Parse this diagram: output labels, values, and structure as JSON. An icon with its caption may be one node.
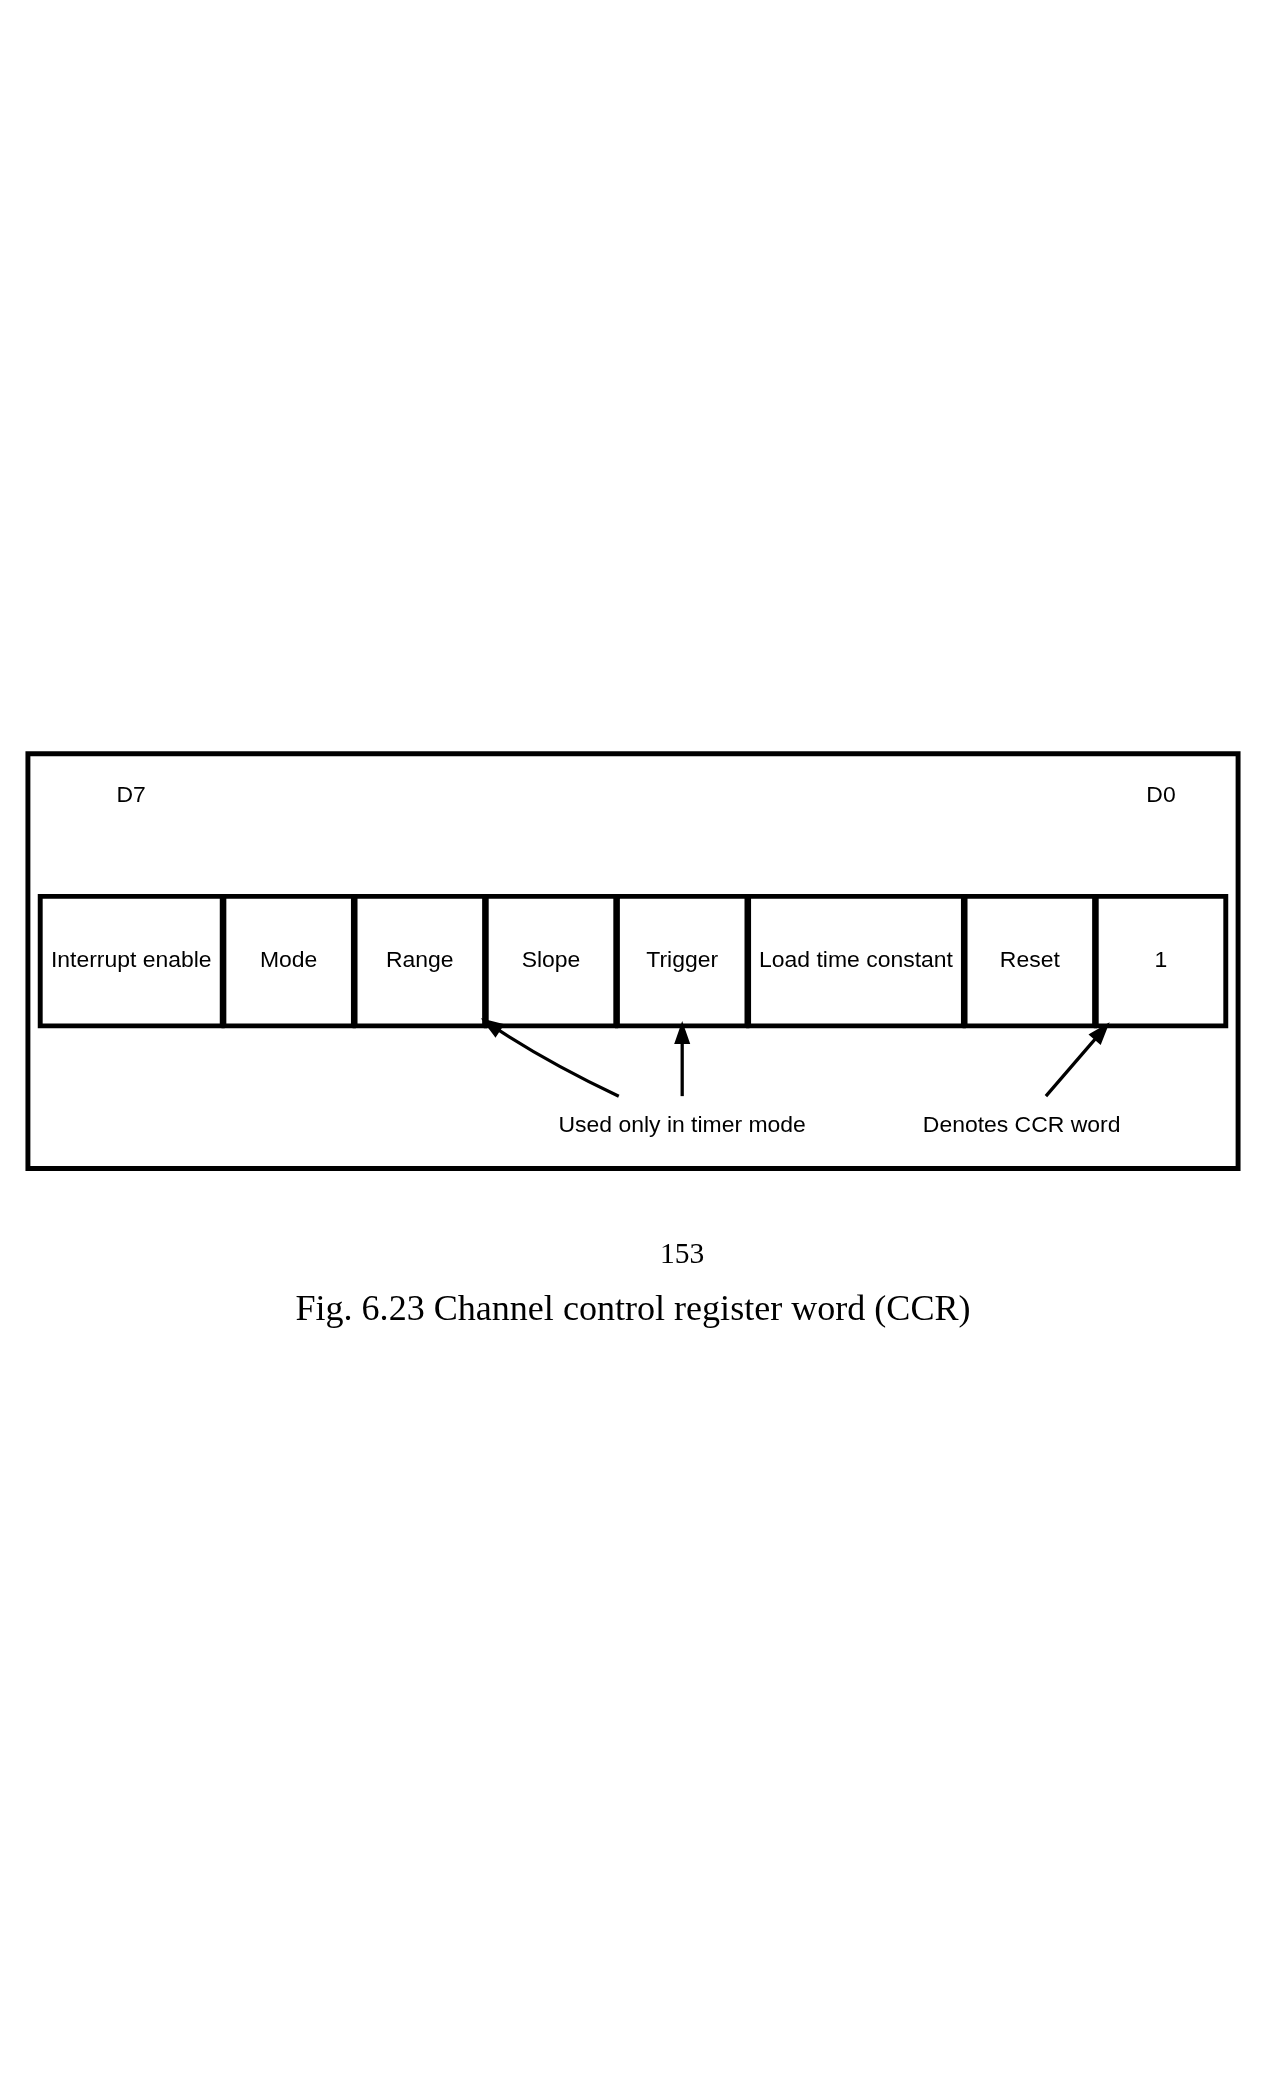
{
  "diagram": {
    "caption": "Fig. 6.23 Channel control register word (CCR)",
    "nodes": [
      {
        "text": [],
        "shape": "box"
      },
      {
        "text": [
          "Interrupt enable"
        ],
        "in": 0
      },
      {
        "text": [
          "Mode"
        ],
        "in": 0
      },
      {
        "text": [
          "Range"
        ],
        "in": 0
      },
      {
        "text": [
          "Slope"
        ],
        "in": 0
      },
      {
        "text": [
          "Trigger"
        ],
        "in": 0
      },
      {
        "text": [
          "Load time constant"
        ],
        "in": 0
      },
      {
        "text": [
          "Reset"
        ],
        "in": 0
      },
      {
        "text": [
          "1"
        ],
        "in": 0
      },
      {
        "text": [
          "Used only in timer mode"
        ],
        "in": 0
      },
      {
        "text": [
          "Denotes CCR word"
        ],
        "in": 0
      }
    ],
    "edges": [
      {
        "from": 9,
        "to": 3,
        "arrow": "to"
      },
      {
        "from": 9,
        "to": 5,
        "arrow": "to"
      },
      {
        "from": 10,
        "to": 8,
        "arrow": "to"
      }
    ],
    "labels": [
      "D7",
      "D0",
      "153"
    ]
  }
}
